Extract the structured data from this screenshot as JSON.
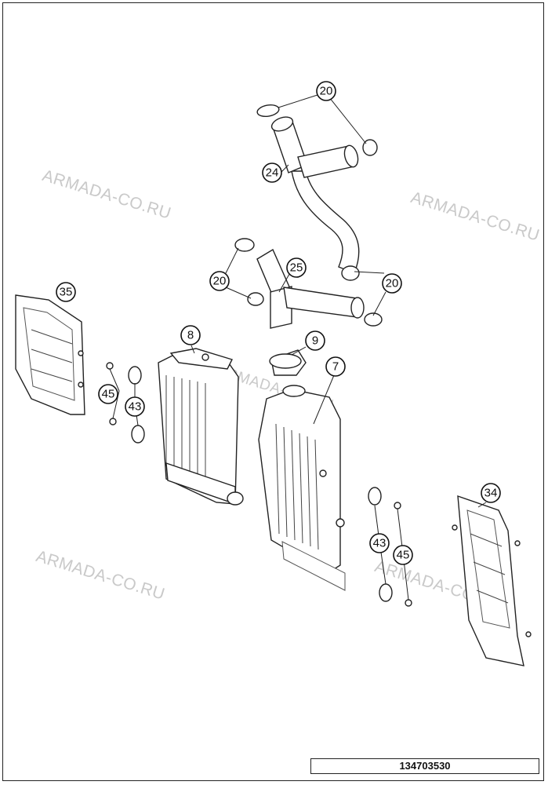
{
  "watermarks": [
    "ARMADA-CO.RU",
    "ARMADA-CO.RU",
    "ARMADA-CO.RU",
    "ARMADA-CO.RU",
    "ARMADA-CO.RU"
  ],
  "callouts": {
    "c20a": "20",
    "c20b": "20",
    "c20c": "20",
    "c24": "24",
    "c25": "25",
    "c35": "35",
    "c8": "8",
    "c9": "9",
    "c7": "7",
    "c45a": "45",
    "c43a": "43",
    "c34": "34",
    "c43b": "43",
    "c45b": "45"
  },
  "document_number": "134703530"
}
